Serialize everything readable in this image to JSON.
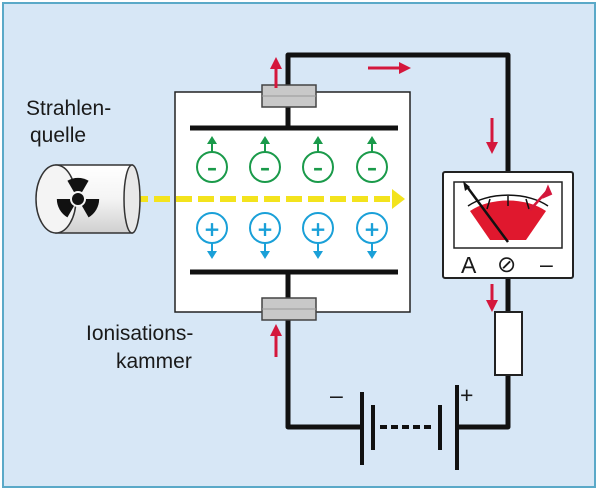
{
  "labels": {
    "source_line1": "Strahlen-",
    "source_line2": "quelle",
    "chamber_line1": "Ionisations-",
    "chamber_line2": "kammer"
  },
  "meter": {
    "unit": "A",
    "zero_symbol": "⊘",
    "minus": "–"
  },
  "battery": {
    "minus": "–",
    "plus": "+"
  },
  "ions": {
    "negative": "–",
    "positive": "+",
    "negative_color": "#1a9a4a",
    "positive_color": "#1aa0d8"
  },
  "colors": {
    "background": "#d7e7f6",
    "frame": "#5aa9c8",
    "current_arrow": "#d4173c",
    "beam": "#f3e31d",
    "meter_fill": "#e0182e"
  }
}
